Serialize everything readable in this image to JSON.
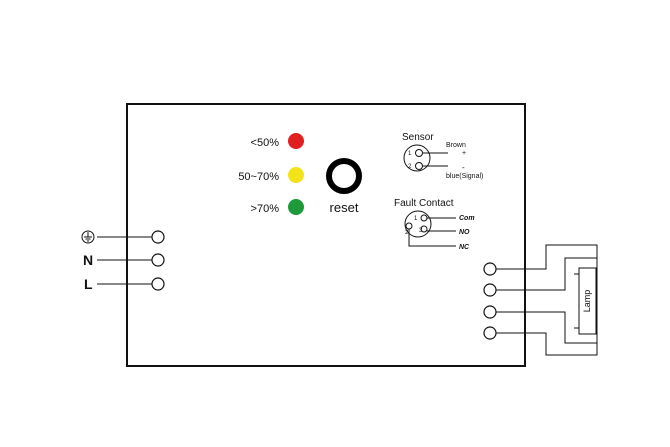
{
  "indicators": [
    {
      "label": "<50%",
      "color": "#e02020"
    },
    {
      "label": "50~70%",
      "color": "#f2e21a"
    },
    {
      "label": ">70%",
      "color": "#1f9a3a"
    }
  ],
  "reset": {
    "label": "reset"
  },
  "sensor": {
    "title": "Sensor",
    "pins": [
      "1",
      "2"
    ],
    "wires": [
      "Brown",
      "+",
      "-",
      "blue(Signal)"
    ]
  },
  "fault_contact": {
    "title": "Fault Contact",
    "pins": [
      "1",
      "2",
      "3"
    ],
    "terminals": [
      "Com",
      "NO",
      "NC"
    ]
  },
  "power_inputs": {
    "ground_icon": "earth-ground-icon",
    "labels": [
      "N",
      "L"
    ]
  },
  "lamp": {
    "label": "Lamp"
  }
}
